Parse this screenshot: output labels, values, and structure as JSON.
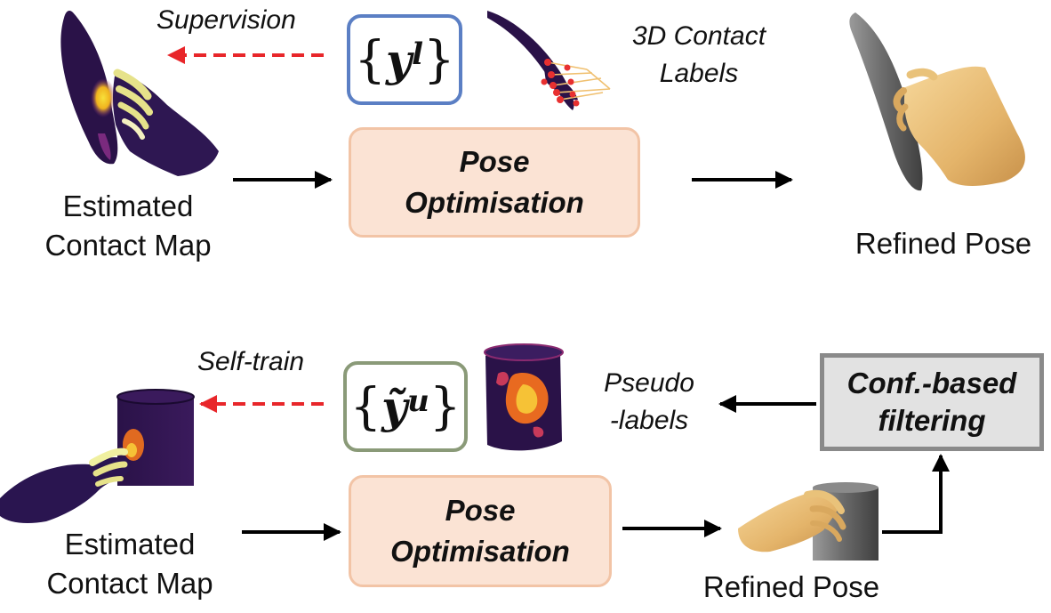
{
  "top_row": {
    "supervision_label": "Supervision",
    "labels_math": {
      "var": "y",
      "sup": "l"
    },
    "contact_labels": [
      "3D Contact",
      "Labels"
    ],
    "estimated_contact_map": [
      "Estimated",
      "Contact Map"
    ],
    "pose_optimisation": [
      "Pose",
      "Optimisation"
    ],
    "refined_pose": "Refined Pose"
  },
  "bottom_row": {
    "self_train_label": "Self-train",
    "pseudo_math": {
      "var": "ỹ",
      "sup": "u"
    },
    "pseudo_labels": [
      "Pseudo",
      "-labels"
    ],
    "filter_box": [
      "Conf.-based",
      "filtering"
    ],
    "estimated_contact_map": [
      "Estimated",
      "Contact Map"
    ],
    "pose_optimisation": [
      "Pose",
      "Optimisation"
    ],
    "refined_pose": "Refined Pose"
  },
  "colors": {
    "supervision_arrow": "#e8262a",
    "labels_box_border": "#5b7fc4",
    "pseudo_box_border": "#8a9a78",
    "pose_box_fill": "#fbe3d4",
    "pose_box_border": "#f2c4a6",
    "filter_box_fill": "#e2e2e2",
    "filter_box_border": "#8a8a8a",
    "contact_dark": "#2a1248",
    "contact_hot": "#f0d22a",
    "hand_gold": "#e9bd74",
    "object_gray": "#6f6f6f"
  },
  "icons": {
    "top_left": "banana-contact-map-with-hand",
    "top_labels": "banana-with-keypoint-labels",
    "top_right": "banana-in-hand-refined",
    "bottom_left": "cylinder-contact-map-with-hand",
    "bottom_pseudo": "cylinder-pseudo-label-heatmap",
    "bottom_right": "cylinder-in-hand-refined"
  }
}
